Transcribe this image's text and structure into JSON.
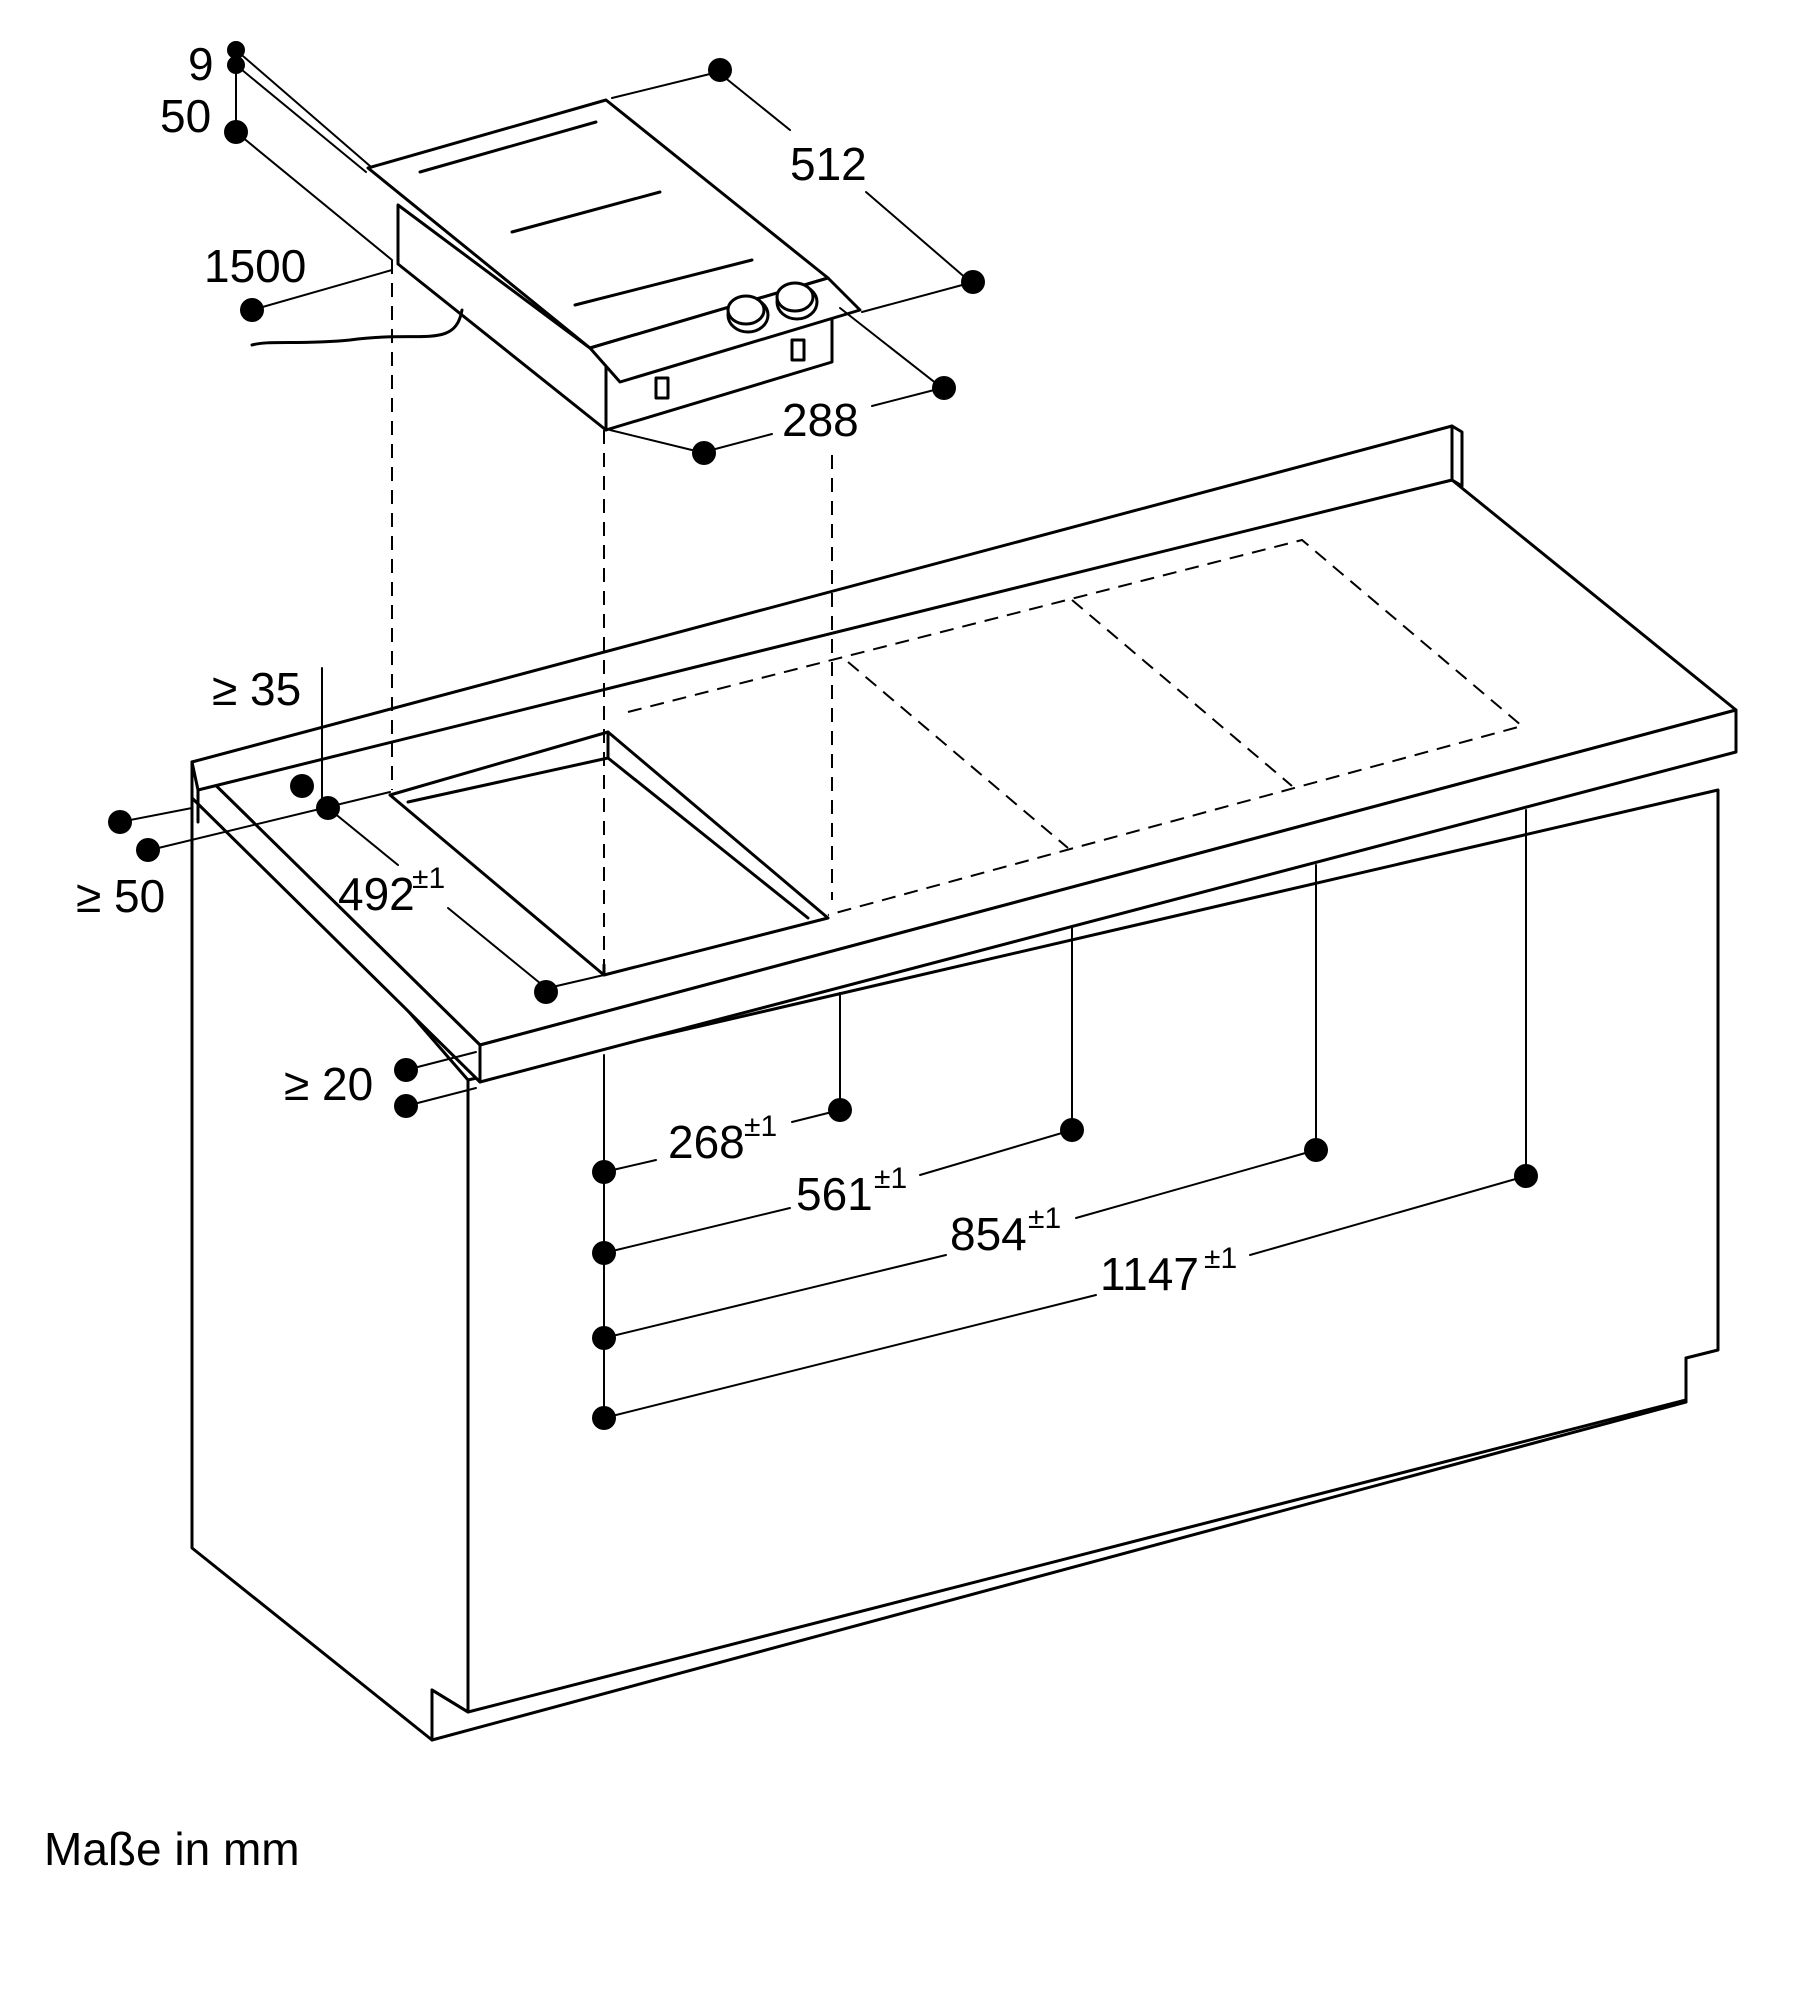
{
  "diagram": {
    "units_note": "Maße in mm",
    "dimensions": {
      "edge_9": "9",
      "height_50": "50",
      "cable_1500": "1500",
      "depth_512": "512",
      "width_288": "288",
      "rear_35": "≥ 35",
      "front_50": "≥ 50",
      "cutout_492": "492",
      "cutout_492_tol": "±1",
      "worktop_20": "≥ 20",
      "cut_268": "268",
      "cut_268_tol": "±1",
      "cut_561": "561",
      "cut_561_tol": "±1",
      "cut_854": "854",
      "cut_854_tol": "±1",
      "cut_1147": "1147",
      "cut_1147_tol": "±1"
    }
  }
}
